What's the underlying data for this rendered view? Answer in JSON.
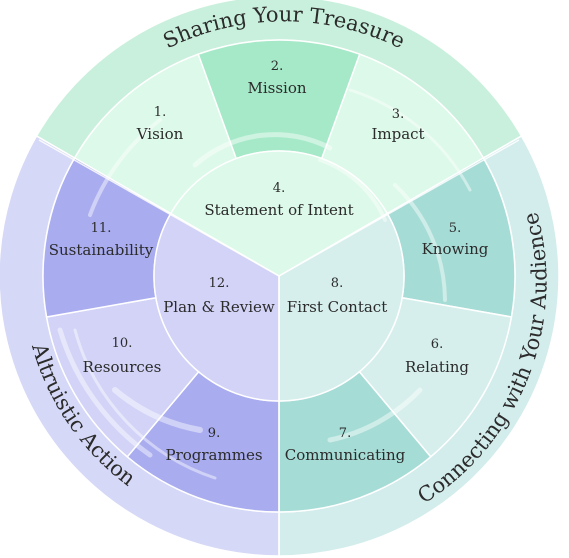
{
  "outer_labels": {
    "top": "Sharing Your Treasure",
    "right": "Connecting with Your Audience",
    "left": "Altruistic Action"
  },
  "segments": [
    {
      "num": "1.",
      "label": "Vision"
    },
    {
      "num": "2.",
      "label": "Mission"
    },
    {
      "num": "3.",
      "label": "Impact"
    },
    {
      "num": "4.",
      "label": "Statement of Intent"
    },
    {
      "num": "5.",
      "label": "Knowing"
    },
    {
      "num": "6.",
      "label": "Relating"
    },
    {
      "num": "7.",
      "label": "Communicating"
    },
    {
      "num": "8.",
      "label": "First Contact"
    },
    {
      "num": "9.",
      "label": "Programmes"
    },
    {
      "num": "10.",
      "label": "Resources"
    },
    {
      "num": "11.",
      "label": "Sustainability"
    },
    {
      "num": "12.",
      "label": "Plan & Review"
    }
  ],
  "colors": {
    "green_outer": "#c9f0dc",
    "green_mid": "#a6e9c8",
    "green_inner": "#dcf9ea",
    "teal_outer": "#d3ecec",
    "teal_mid": "#a6dcd6",
    "teal_inner": "#d6efec",
    "blue_outer": "#d5d8f6",
    "blue_mid": "#a9acef",
    "blue_inner": "#d2d3f7"
  }
}
